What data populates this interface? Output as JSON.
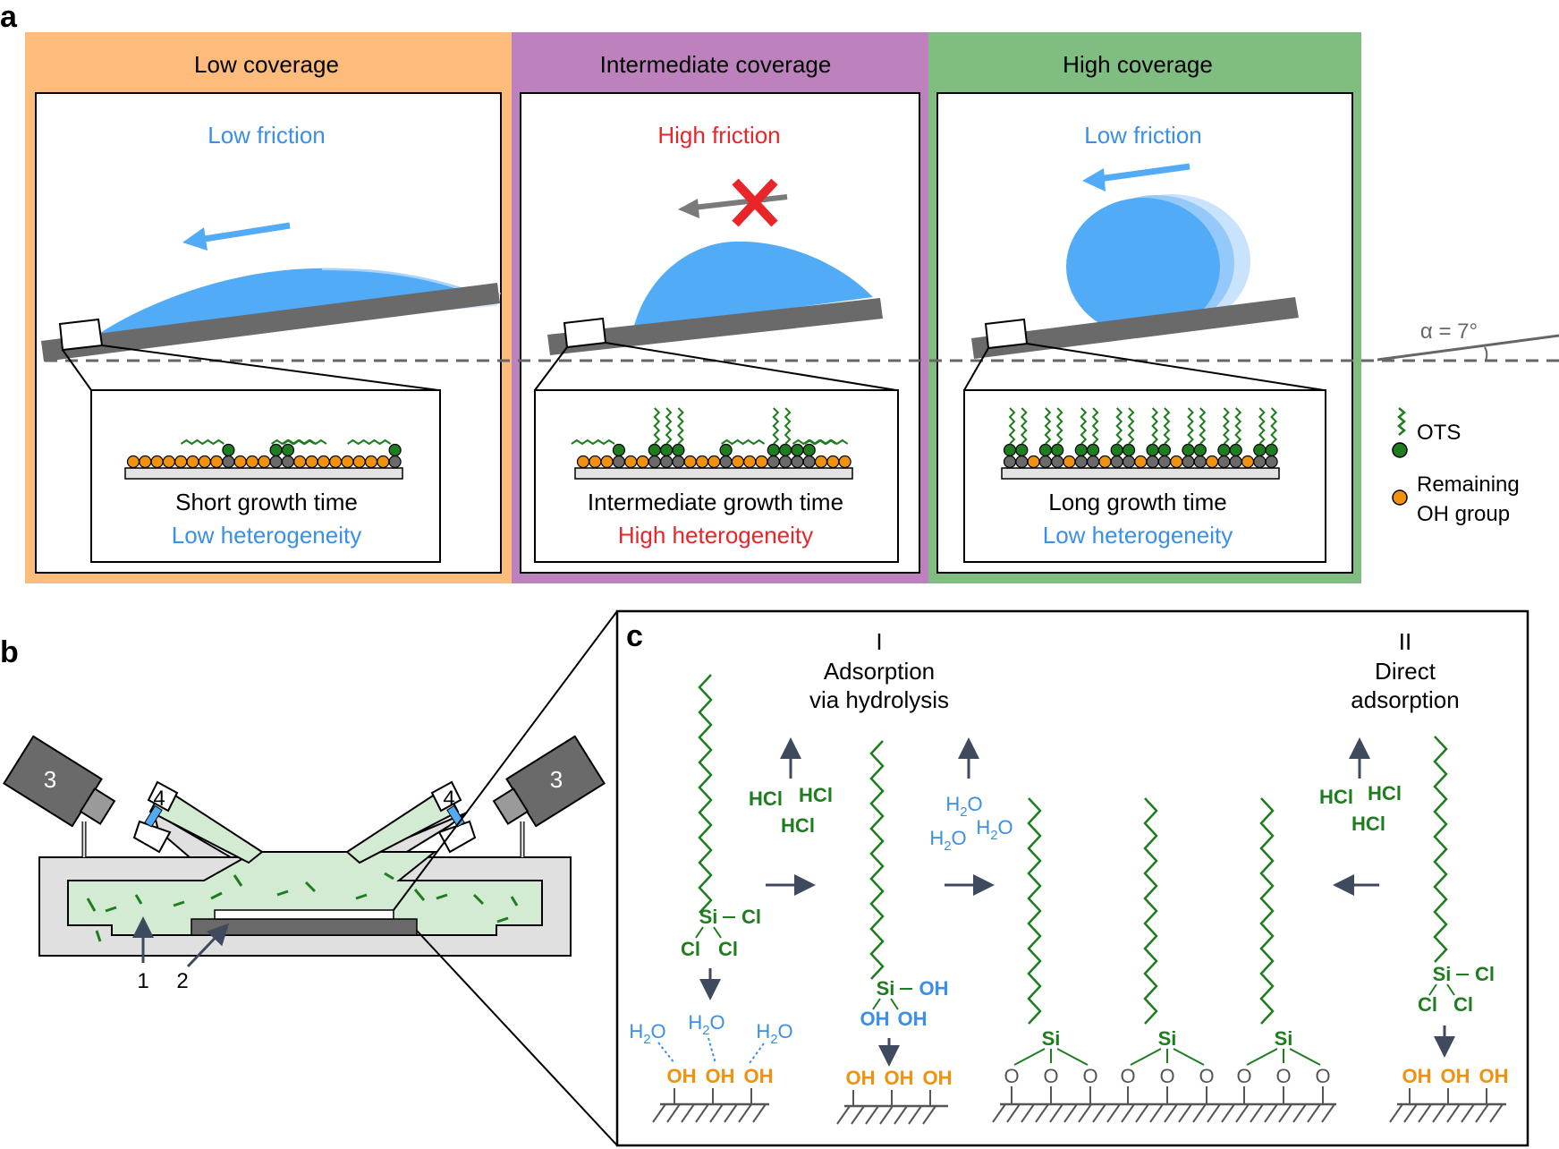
{
  "panel_letters": {
    "a": "a",
    "b": "b",
    "c": "c"
  },
  "panels": [
    {
      "title": "Low coverage",
      "friction": "Low friction",
      "growth": "Short growth time",
      "heterogeneity": "Low heterogeneity",
      "color": "#FDBB7C"
    },
    {
      "title": "Intermediate coverage",
      "friction": "High friction",
      "growth": "Intermediate growth time",
      "heterogeneity": "High heterogeneity",
      "color": "#BD82BD"
    },
    {
      "title": "High coverage",
      "friction": "Low friction",
      "growth": "Long growth time",
      "heterogeneity": "Low heterogeneity",
      "color": "#80BD80"
    }
  ],
  "angle_label": "α = 7°",
  "legend": {
    "ots": "OTS",
    "oh_line1": "Remaining",
    "oh_line2": "OH group"
  },
  "setup_labels": {
    "camera": "3",
    "window": "4",
    "solution": "1",
    "substrate": "2"
  },
  "mechanism": {
    "route1": {
      "numeral": "I",
      "line1": "Adsorption",
      "line2": "via hydrolysis"
    },
    "route2": {
      "numeral": "II",
      "line1": "Direct",
      "line2": "adsorption"
    },
    "hcl": "HCl",
    "water": "H",
    "water_sub": "2",
    "water_end": "O",
    "si": "Si",
    "cl": "Cl",
    "oh": "OH",
    "o": "O"
  },
  "colors": {
    "blue_text": "#3A8FE8",
    "red_text": "#E8262A",
    "green_molecule": "#1E7D1E",
    "orange": "#F0920F",
    "drop": "#52ABF6",
    "substrate": "#6A6A6A",
    "arrow": "#3F4A5E"
  }
}
